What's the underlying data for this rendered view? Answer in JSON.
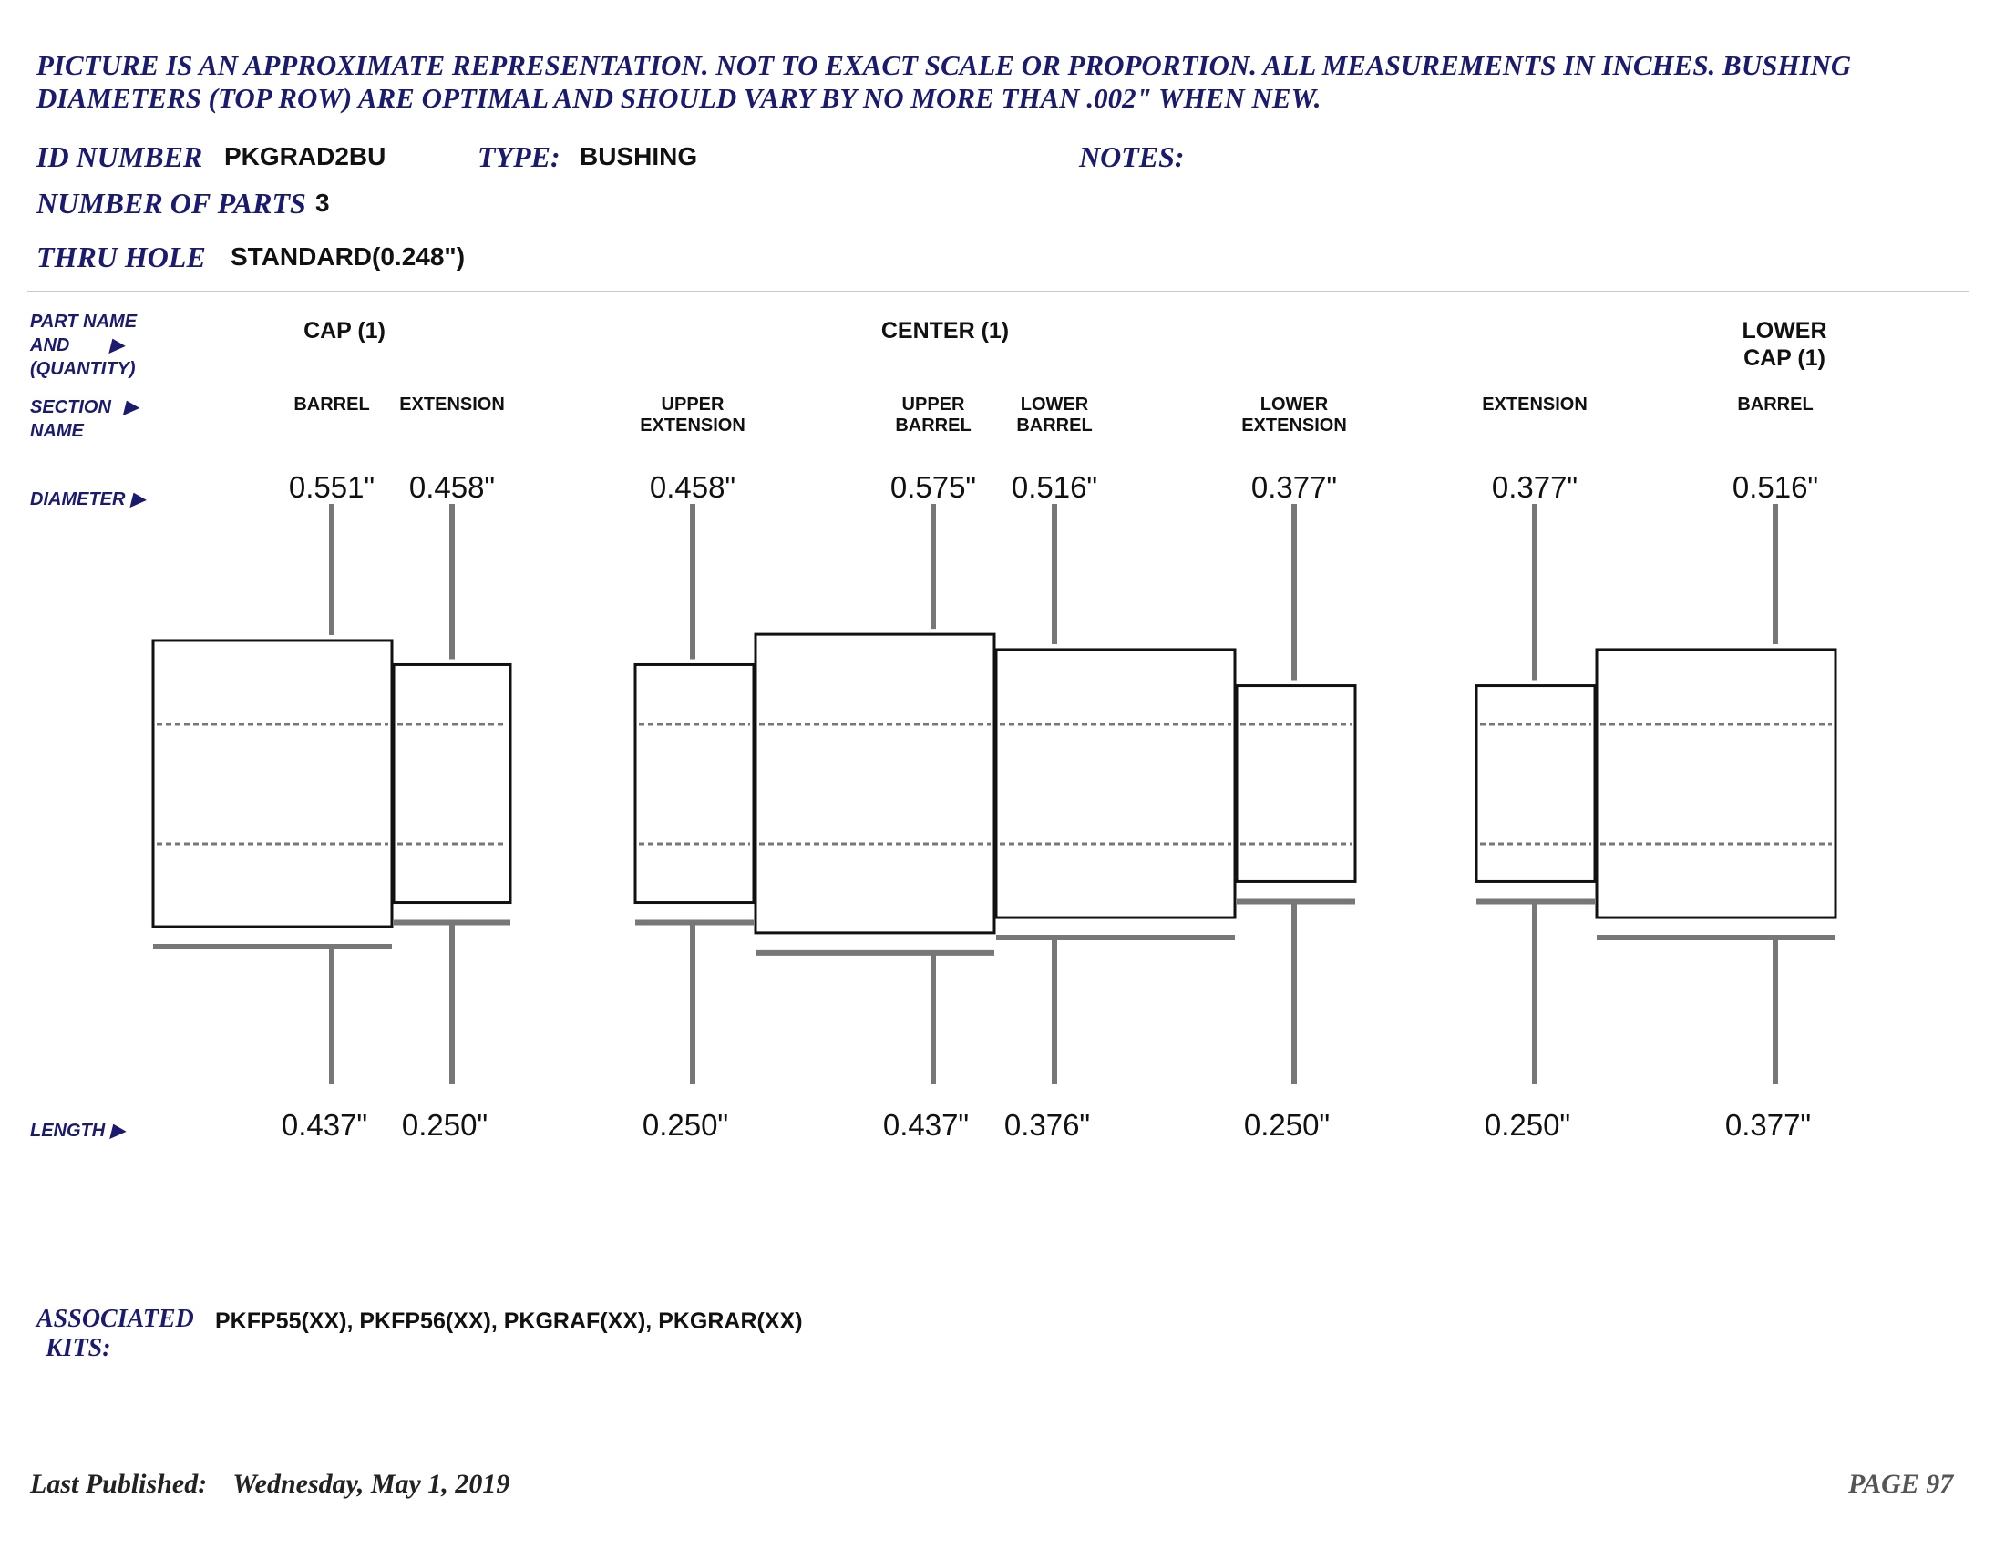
{
  "disclaimer": "PICTURE IS AN APPROXIMATE REPRESENTATION. NOT TO EXACT SCALE OR PROPORTION. ALL MEASUREMENTS IN INCHES. BUSHING DIAMETERS (TOP ROW) ARE OPTIMAL AND SHOULD VARY BY NO MORE THAN .002\" WHEN NEW.",
  "header": {
    "id_label": "ID NUMBER",
    "id_value": "PKGRAD2BU",
    "type_label": "TYPE:",
    "type_value": "BUSHING",
    "notes_label": "NOTES:",
    "parts_label": "NUMBER OF PARTS",
    "parts_value": "3",
    "thru_label": "THRU HOLE",
    "thru_value": "STANDARD(0.248\")"
  },
  "row_labels": {
    "part_name_1": "PART  NAME",
    "part_name_2": "AND",
    "part_name_3": "(QUANTITY)",
    "section_1": "SECTION",
    "section_2": "NAME",
    "diameter": "DIAMETER",
    "length": "LENGTH",
    "arrow": "▶"
  },
  "parts": [
    {
      "name": "CAP (1)"
    },
    {
      "name": "CENTER (1)"
    },
    {
      "name_1": "LOWER",
      "name_2": "CAP (1)"
    }
  ],
  "sections": [
    {
      "name_1": "BARREL",
      "name_2": "",
      "diameter": "0.551\"",
      "length": "0.437\"",
      "diameter_in": 0.551,
      "length_in": 0.437
    },
    {
      "name_1": "EXTENSION",
      "name_2": "",
      "diameter": "0.458\"",
      "length": "0.250\"",
      "diameter_in": 0.458,
      "length_in": 0.25
    },
    {
      "name_1": "UPPER",
      "name_2": "EXTENSION",
      "diameter": "0.458\"",
      "length": "0.250\"",
      "diameter_in": 0.458,
      "length_in": 0.25
    },
    {
      "name_1": "UPPER",
      "name_2": "BARREL",
      "diameter": "0.575\"",
      "length": "0.437\"",
      "diameter_in": 0.575,
      "length_in": 0.437
    },
    {
      "name_1": "LOWER",
      "name_2": "BARREL",
      "diameter": "0.516\"",
      "length": "0.376\"",
      "diameter_in": 0.516,
      "length_in": 0.376
    },
    {
      "name_1": "LOWER",
      "name_2": "EXTENSION",
      "diameter": "0.377\"",
      "length": "0.250\"",
      "diameter_in": 0.377,
      "length_in": 0.25
    },
    {
      "name_1": "EXTENSION",
      "name_2": "",
      "diameter": "0.377\"",
      "length": "0.250\"",
      "diameter_in": 0.377,
      "length_in": 0.25
    },
    {
      "name_1": "BARREL",
      "name_2": "",
      "diameter": "0.516\"",
      "length": "0.377\"",
      "diameter_in": 0.516,
      "length_in": 0.377
    }
  ],
  "associated": {
    "label_1": "ASSOCIATED",
    "label_2": "KITS:",
    "value": "PKFP55(XX), PKFP56(XX), PKGRAF(XX), PKGRAR(XX)"
  },
  "footer": {
    "published_label": "Last Published:",
    "published_date": "Wednesday, May 1, 2019",
    "page": "PAGE 97"
  },
  "colors": {
    "navy": "#1a1a6e",
    "leader_gray": "#777777",
    "outline": "#111111"
  }
}
